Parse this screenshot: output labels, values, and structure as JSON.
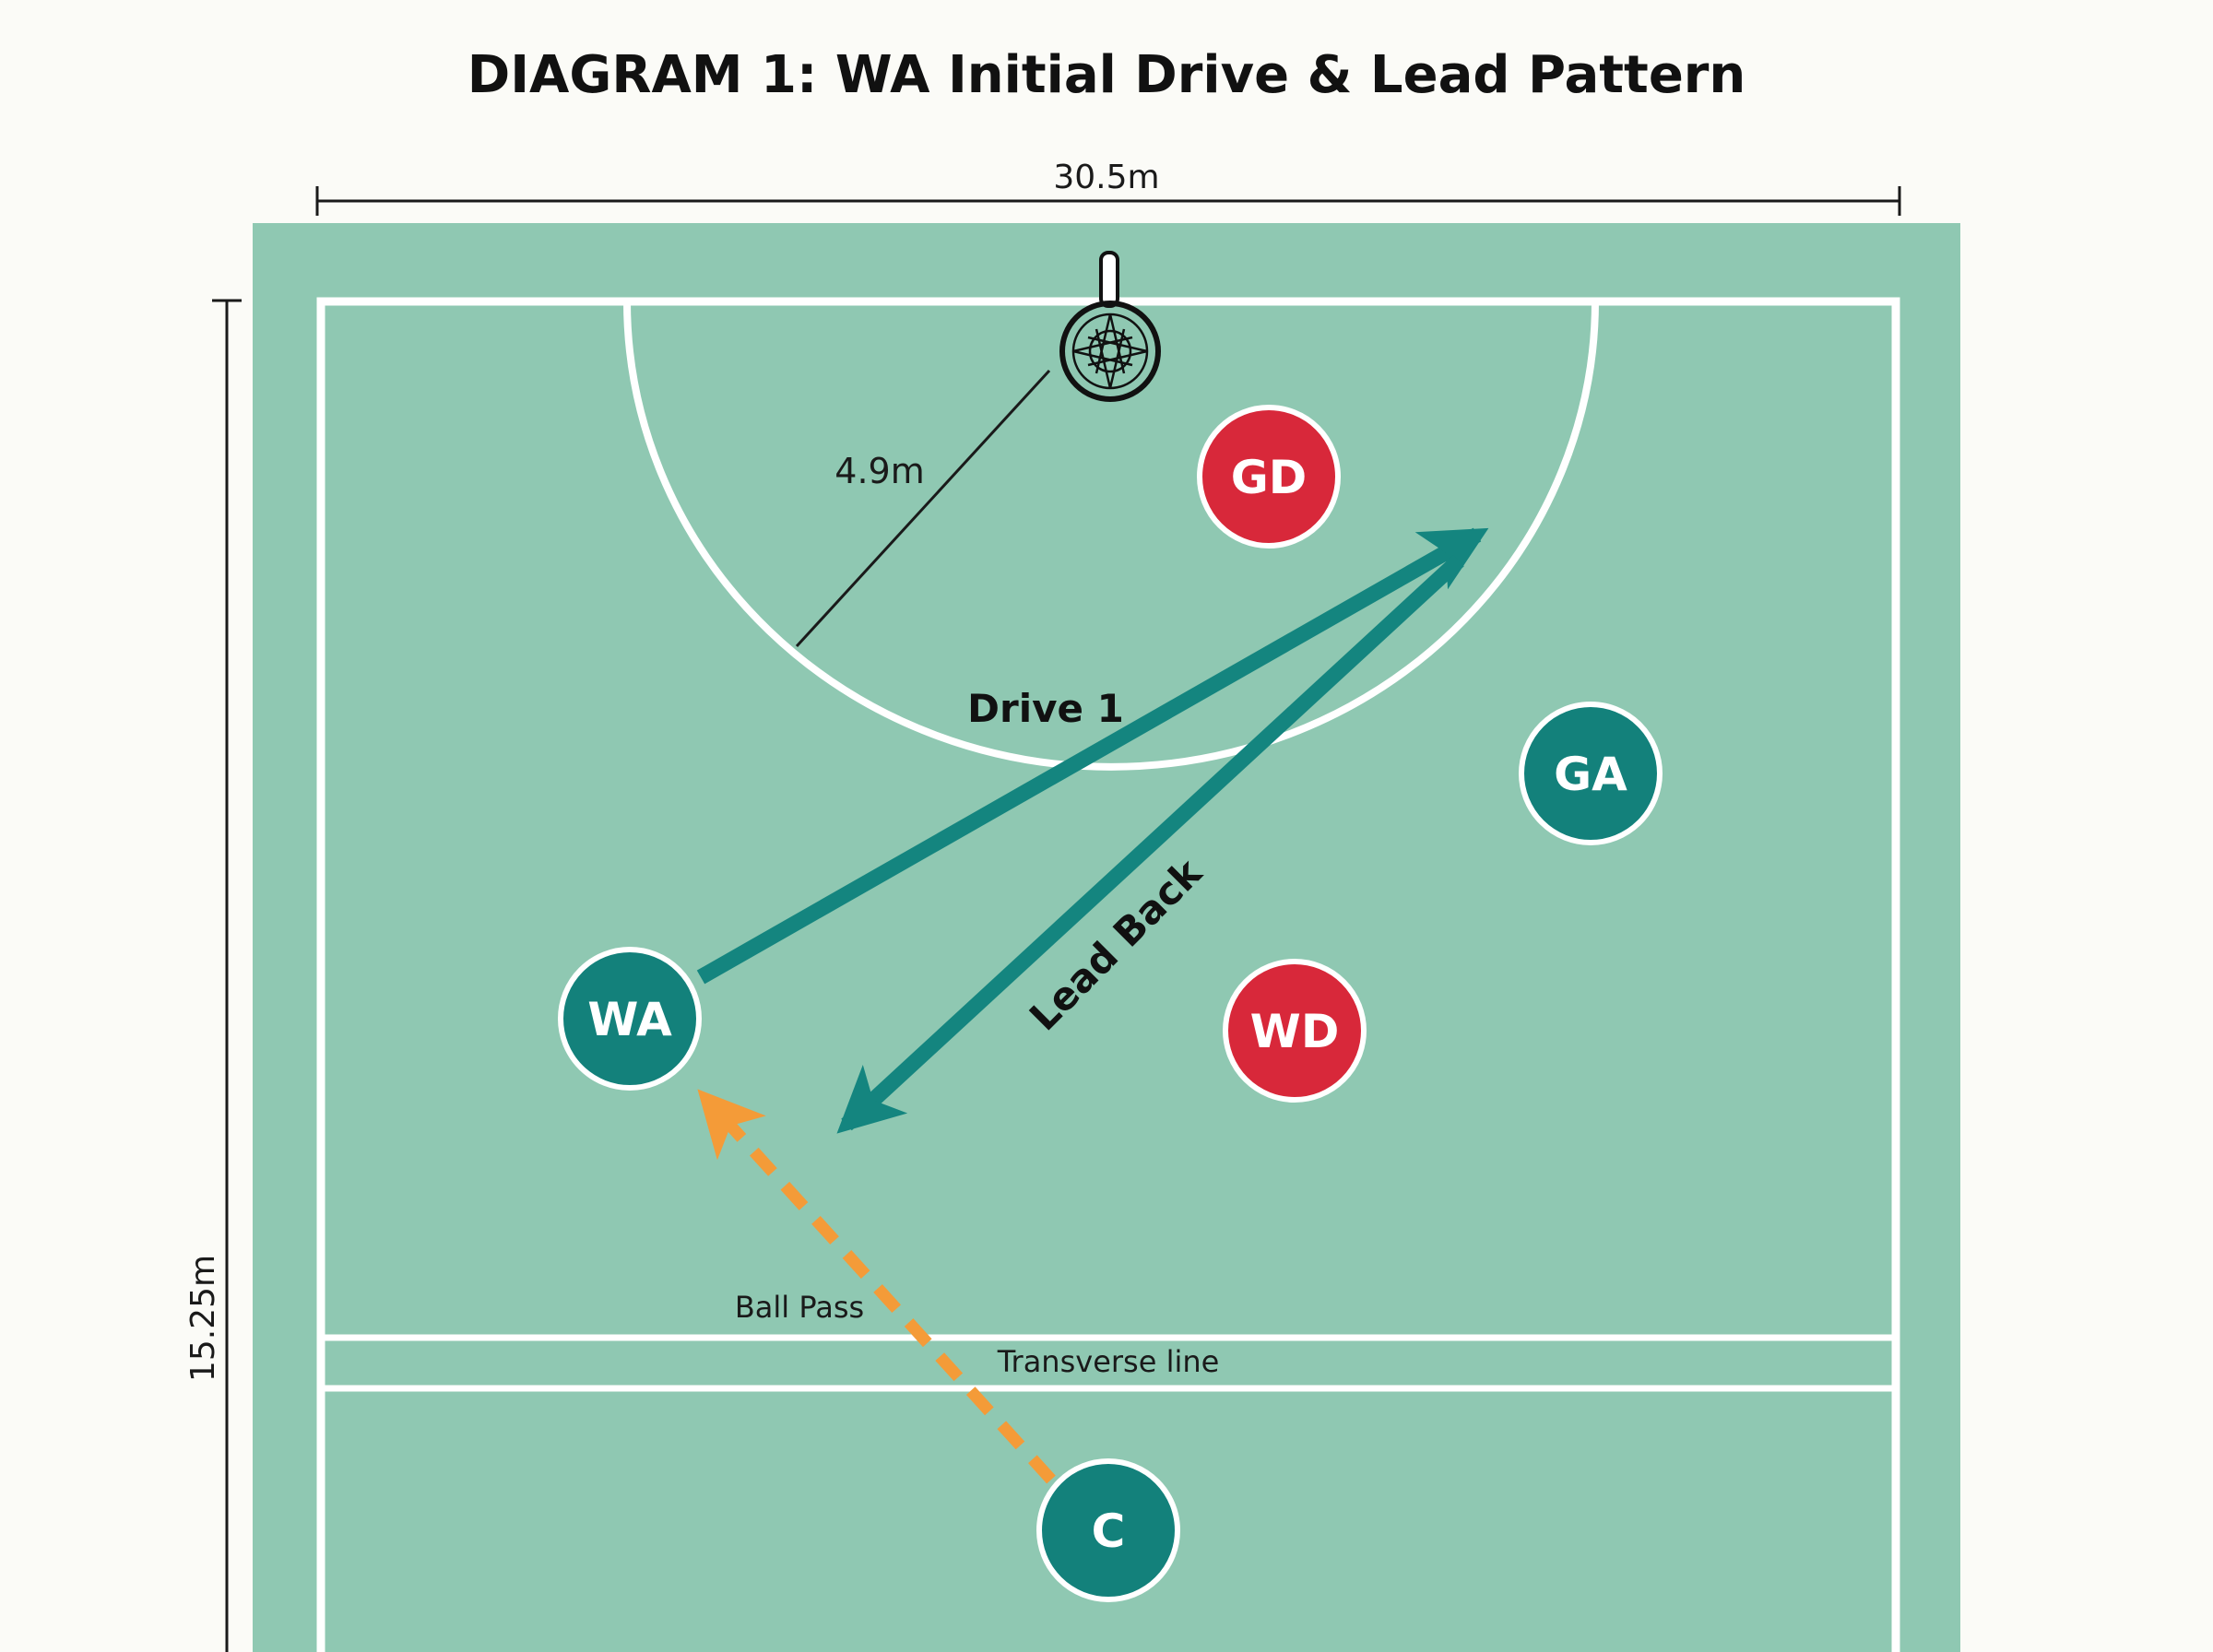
{
  "title": "DIAGRAM 1: WA Initial Drive & Lead Pattern",
  "dimensions": {
    "width_label": "30.5m",
    "height_label": "15.25m",
    "circle_radius_label": "4.9m"
  },
  "court": {
    "transverse_label": "Transverse line"
  },
  "players": [
    {
      "code": "GD",
      "team": "defence"
    },
    {
      "code": "GA",
      "team": "attack"
    },
    {
      "code": "WA",
      "team": "attack"
    },
    {
      "code": "WD",
      "team": "defence"
    },
    {
      "code": "C",
      "team": "attack"
    }
  ],
  "movements": {
    "drive": "Drive 1",
    "lead": "Lead Back",
    "pass": "Ball Pass"
  },
  "colors": {
    "court": "#8fc8b2",
    "court_lines": "#ffffff",
    "attack": "#13817b",
    "defence": "#d8283a",
    "arrow": "#14857f",
    "pass": "#f49b38",
    "background": "#fbfbf7"
  }
}
